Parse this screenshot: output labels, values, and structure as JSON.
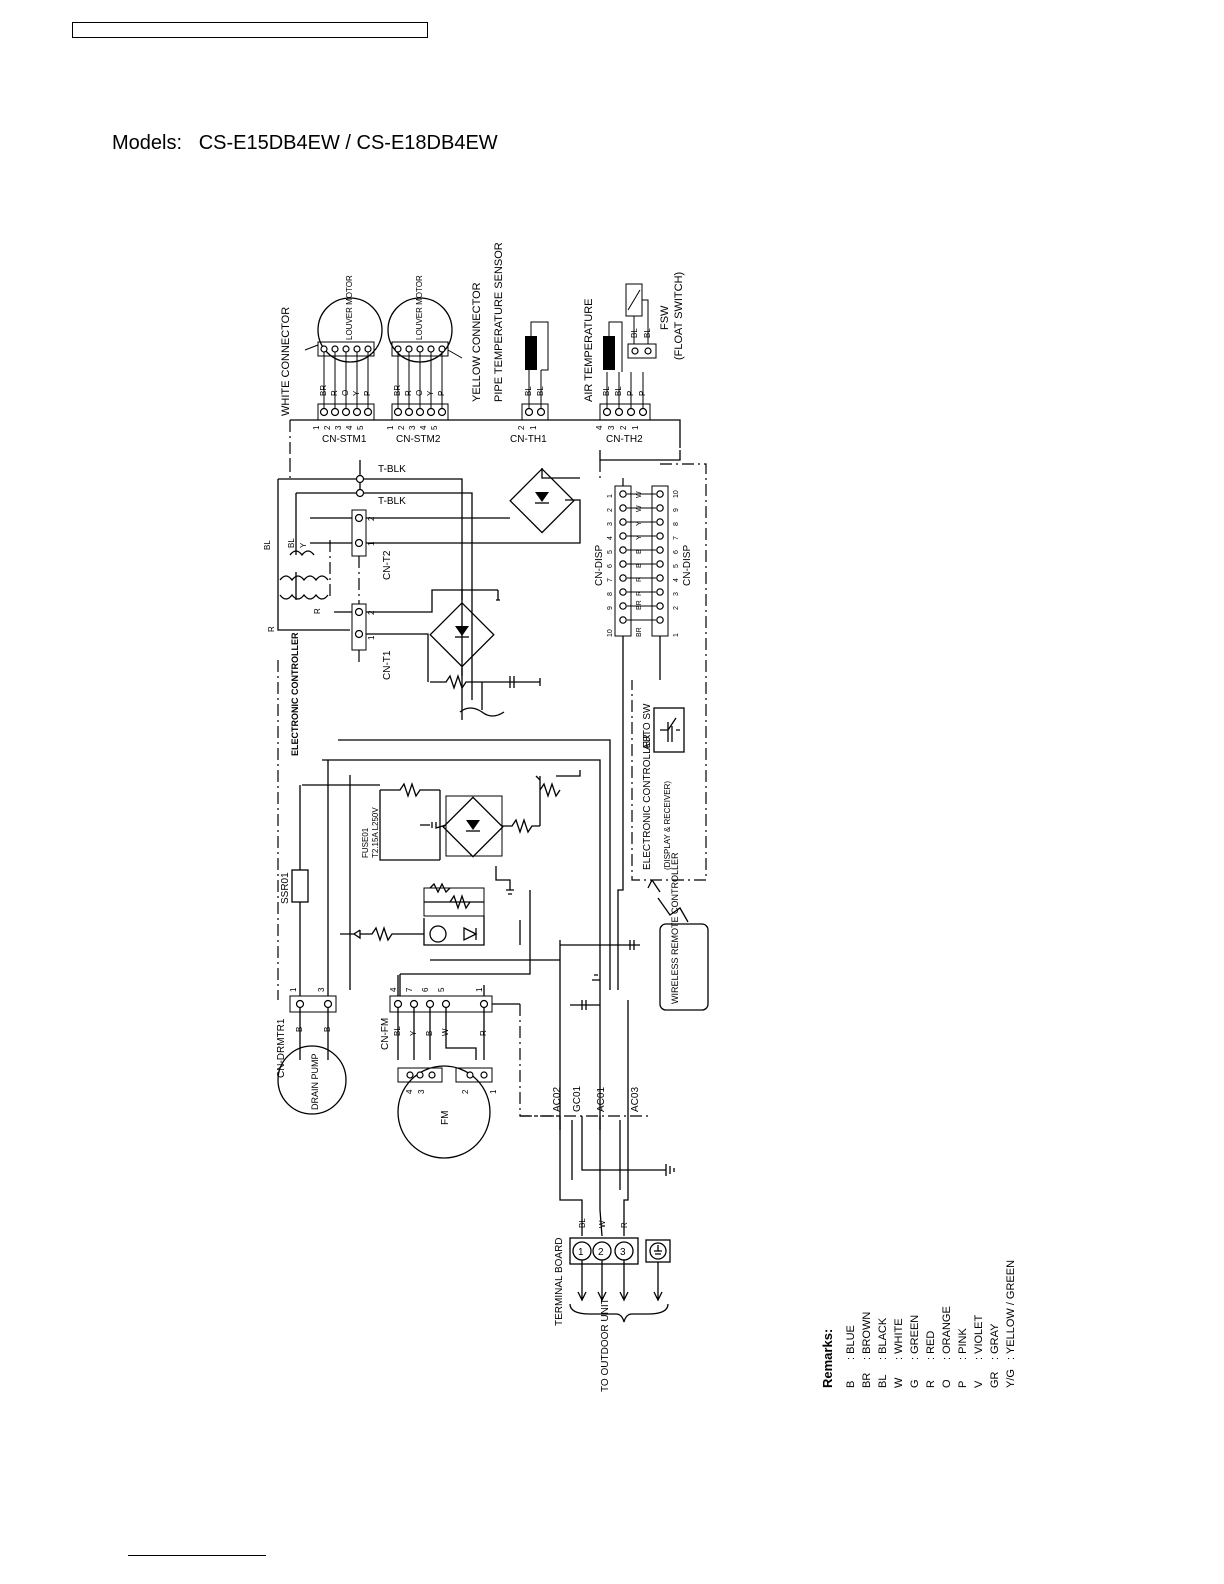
{
  "header": {
    "models_label": "Models:   CS-E15DB4EW / CS-E18DB4EW"
  },
  "connectors": {
    "white_connector": "WHITE CONNECTOR",
    "yellow_connector": "YELLOW CONNECTOR",
    "louver_motor_1": "LOUVER MOTOR",
    "louver_motor_2": "LOUVER MOTOR",
    "cn_stm1": "CN-STM1",
    "cn_stm2": "CN-STM2",
    "cn_th1": "CN-TH1",
    "cn_th2": "CN-TH2",
    "pipe_temp_sensor": "PIPE TEMPERATURE SENSOR",
    "air_temp": "AIR TEMPERATURE",
    "fsw": "FSW",
    "float_switch": "(FLOAT SWITCH)",
    "t_blk_1": "T-BLK",
    "t_blk_2": "T-BLK",
    "cn_t2": "CN-T2",
    "cn_t1": "CN-T1",
    "cn_disp_1": "CN-DISP",
    "cn_disp_2": "CN-DISP",
    "electronic_controller": "ELECTRONIC CONTROLLER",
    "auto_sw": "AUTO SW",
    "display_controller": "ELECTRONIC CONTROLLER",
    "display_receiver": "(DISPLAY & RECEIVER)",
    "fuse": "FUSE01",
    "fuse_rating": "T2.15A L250V",
    "ssr": "SSR01",
    "wireless_remote": "WIRELESS REMOTE CONTROLLER",
    "cn_drmtr1": "CN-DRMTR1",
    "drain_pump": "DRAIN PUMP",
    "cn_fm": "CN-FM",
    "fm": "FM",
    "ac02": "AC02",
    "gc01": "GC01",
    "ac01": "AC01",
    "ac03": "AC03",
    "terminal_board": "TERMINAL BOARD",
    "to_outdoor": "TO OUTDOOR UNIT"
  },
  "wire_labels": {
    "stm1": [
      "BR",
      "R",
      "O",
      "Y",
      "P"
    ],
    "stm2": [
      "BR",
      "R",
      "O",
      "Y",
      "P"
    ],
    "pins_5": [
      "1",
      "2",
      "3",
      "4",
      "5"
    ],
    "th1": [
      "BL",
      "BL"
    ],
    "th1_pins": [
      "2",
      "1"
    ],
    "th2": [
      "BL",
      "BL",
      "P",
      "P"
    ],
    "th2_pins": [
      "4",
      "3",
      "2",
      "1"
    ],
    "fsw_wires": [
      "BL",
      "BL"
    ],
    "trans_bl": "BL",
    "trans_bl2": "BL",
    "trans_y": "Y",
    "trans_r": "R",
    "trans_r2": "R",
    "t2_pins": [
      "2",
      "1"
    ],
    "t1_pins": [
      "2",
      "1"
    ],
    "disp_top_pins": [
      "10",
      "9",
      "8",
      "7",
      "6",
      "5",
      "4",
      "3",
      "2",
      "1"
    ],
    "disp_top_wires": [
      "BR",
      "BR",
      "R",
      "R",
      "B",
      "B",
      "Y",
      "Y",
      "W",
      "W"
    ],
    "disp_bot_pins": [
      "1",
      "2",
      "3",
      "4",
      "5",
      "6",
      "7",
      "8",
      "9",
      "10"
    ],
    "disp_bot_wires": [
      "BR",
      "BR",
      "R",
      "R",
      "B",
      "B",
      "Y",
      "Y",
      "W",
      "W"
    ],
    "fm_pins": [
      "4",
      "7",
      "6",
      "5",
      "1"
    ],
    "fm_wires": [
      "BL",
      "Y",
      "B",
      "W",
      "R"
    ],
    "fm_motor_pins": [
      "4",
      "3",
      "2",
      "1"
    ],
    "drmtr_pins": [
      "1",
      "3"
    ],
    "drmtr_wires": [
      "B",
      "B"
    ],
    "tb_wires": [
      "BL",
      "W",
      "R"
    ],
    "tb_terminals": [
      "1",
      "2",
      "3"
    ]
  },
  "remarks": {
    "title": "Remarks:",
    "items": [
      {
        "code": "B",
        "name": ": BLUE"
      },
      {
        "code": "BR",
        "name": ": BROWN"
      },
      {
        "code": "BL",
        "name": ": BLACK"
      },
      {
        "code": "W",
        "name": ": WHITE"
      },
      {
        "code": "G",
        "name": ": GREEN"
      },
      {
        "code": "R",
        "name": ": RED"
      },
      {
        "code": "O",
        "name": ": ORANGE"
      },
      {
        "code": "P",
        "name": ": PINK"
      },
      {
        "code": "V",
        "name": ": VIOLET"
      },
      {
        "code": "GR",
        "name": ": GRAY"
      },
      {
        "code": "Y/G",
        "name": ": YELLOW / GREEN"
      }
    ]
  }
}
